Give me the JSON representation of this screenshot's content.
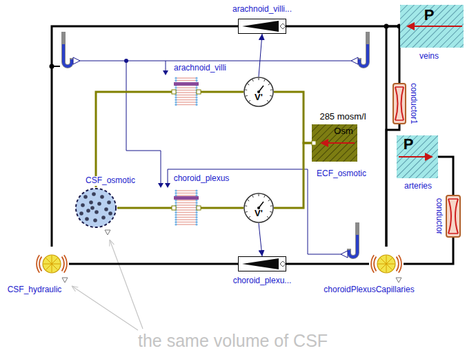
{
  "diagram": {
    "nodes": [
      {
        "text": [
          "arachnoid_villi..."
        ]
      },
      {
        "text": [
          "P",
          "veins"
        ]
      },
      {
        "text": [
          "arachnoid_villi"
        ]
      },
      {
        "text": [
          "V'"
        ]
      },
      {
        "text": [
          "conductor1"
        ]
      },
      {
        "text": [
          "285 mosm/l",
          "Osm",
          "ECF_osmotic"
        ]
      },
      {
        "text": [
          "P",
          "arteries"
        ]
      },
      {
        "text": [
          "CSF_osmotic"
        ]
      },
      {
        "text": [
          "choroid_plexus"
        ]
      },
      {
        "text": [
          "V'"
        ]
      },
      {
        "text": [
          "conductor"
        ]
      },
      {
        "text": [
          "choroid_plexu..."
        ]
      },
      {
        "text": [
          "CSF_hydraulic"
        ]
      },
      {
        "text": [
          "choroidPlexusCapillaries"
        ]
      }
    ],
    "edges": [
      {
        "from": 12,
        "to": 0,
        "arrow": "none"
      },
      {
        "from": 0,
        "to": 1,
        "arrow": "none"
      },
      {
        "from": 1,
        "to": 4,
        "arrow": "none"
      },
      {
        "from": 4,
        "to": 13,
        "arrow": "none"
      },
      {
        "from": 1,
        "to": 13,
        "arrow": "none"
      },
      {
        "from": 6,
        "to": 10,
        "arrow": "none"
      },
      {
        "from": 10,
        "to": 13,
        "arrow": "none"
      },
      {
        "from": 12,
        "to": 11,
        "arrow": "none"
      },
      {
        "from": 11,
        "to": 13,
        "arrow": "none"
      },
      {
        "from": 7,
        "to": 2,
        "arrow": "none"
      },
      {
        "from": 2,
        "to": 3,
        "arrow": "none"
      },
      {
        "from": 3,
        "to": 5,
        "arrow": "none"
      },
      {
        "from": 7,
        "to": 8,
        "arrow": "none"
      },
      {
        "from": 8,
        "to": 9,
        "arrow": "none"
      },
      {
        "from": 9,
        "to": 5,
        "arrow": "none"
      },
      {
        "from": 3,
        "to": 0,
        "arrow": "to"
      },
      {
        "from": 9,
        "to": 11,
        "arrow": "to"
      }
    ],
    "labels": [
      "the same volume of CSF"
    ]
  }
}
